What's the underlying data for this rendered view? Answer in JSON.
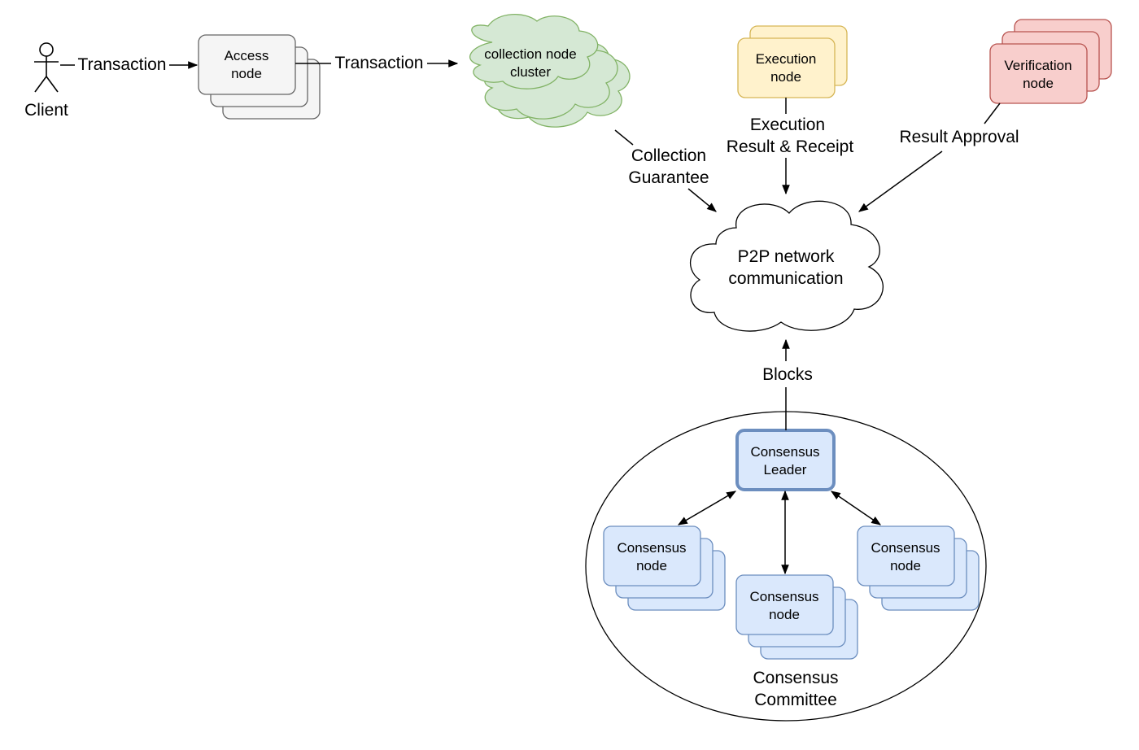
{
  "actor": {
    "label": "Client"
  },
  "access_node": {
    "label_line1": "Access",
    "label_line2": "node"
  },
  "collection_cluster": {
    "label_line1": "collection node",
    "label_line2": "cluster"
  },
  "execution_node": {
    "label_line1": "Execution",
    "label_line2": "node"
  },
  "verification_node": {
    "label_line1": "Verification",
    "label_line2": "node"
  },
  "p2p": {
    "label_line1": "P2P network",
    "label_line2": "communication"
  },
  "consensus_leader": {
    "label_line1": "Consensus",
    "label_line2": "Leader"
  },
  "consensus_nodes": [
    {
      "label_line1": "Consensus",
      "label_line2": "node"
    },
    {
      "label_line1": "Consensus",
      "label_line2": "node"
    },
    {
      "label_line1": "Consensus",
      "label_line2": "node"
    }
  ],
  "committee": {
    "label_line1": "Consensus",
    "label_line2": "Committee"
  },
  "edges": {
    "client_to_access": "Transaction",
    "access_to_collection": "Transaction",
    "collection_guarantee_line1": "Collection",
    "collection_guarantee_line2": "Guarantee",
    "execution_receipt_line1": "Execution",
    "execution_receipt_line2": "Result & Receipt",
    "result_approval": "Result Approval",
    "blocks": "Blocks"
  },
  "colors": {
    "access_fill": "#f5f5f5",
    "access_stroke": "#666666",
    "collection_fill": "#d5e8d4",
    "collection_stroke": "#82b366",
    "execution_fill": "#fff2cc",
    "execution_stroke": "#d6b656",
    "verification_fill": "#f8cecc",
    "verification_stroke": "#b85450",
    "consensus_fill": "#dae8fc",
    "consensus_stroke": "#6c8ebf"
  }
}
